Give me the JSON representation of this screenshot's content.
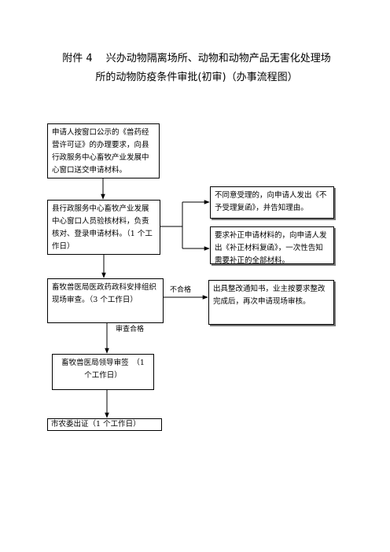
{
  "title": {
    "line1": "附件 4　 兴办动物隔离场所、动物和动物产品无害化处理场",
    "line2": "所的动物防疫条件审批(初审)（办事流程图）"
  },
  "flow": {
    "step1": "申请人按窗口公示的《兽药经营许可证》的办理要求，向县行政服务中心畜牧产业发展中心窗口送交申请材料。",
    "step2": "县行政服务中心畜牧产业发展中心窗口人员验核材料，负责核对、登录申请材料。（1 个工作日）",
    "reject": "不同意受理的，向申请人发出《不予受理复函》，并告知理由。",
    "supplement": "要求补正申请材料的，向申请人发出《补正材料复函》，一次性告知需要补正的全部材料。",
    "step3": "畜牧兽医局医政药政科安排组织现场审查。（3 个工作日）",
    "rectify": "出具整改通知书，业主按要求整改完成后，再次申请现场审核。",
    "step4": "畜牧兽医局领导审签　（1 个工作日）",
    "step5": "市农委出证（1 个工作日）"
  },
  "labels": {
    "fail": "不合格",
    "pass": "审查合格"
  }
}
